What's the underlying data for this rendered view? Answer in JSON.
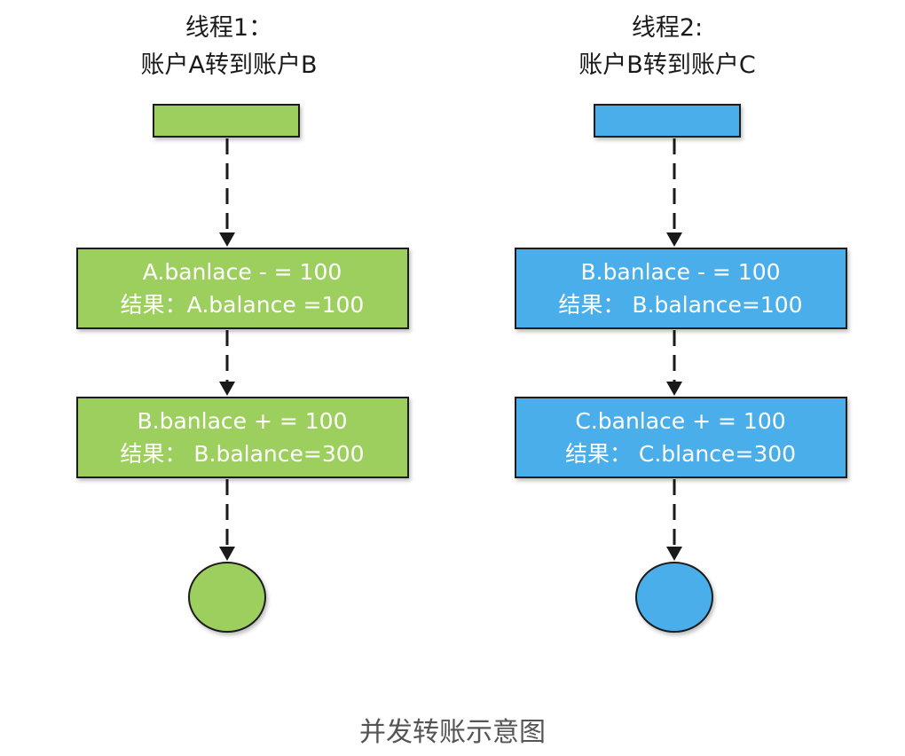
{
  "colors": {
    "thread1_fill": "#9dcf5e",
    "thread2_fill": "#4aaeea",
    "stroke": "#1a1a1a",
    "caption": "#555555"
  },
  "thread1": {
    "title_line1": "线程1：",
    "title_line2": "账户A转到账户B",
    "step1_line1": "A.banlace - = 100",
    "step1_line2": "结果：A.balance =100",
    "step2_line1": "B.banlace + = 100",
    "step2_line2": "结果： B.balance=300"
  },
  "thread2": {
    "title_line1": "线程2:",
    "title_line2": "账户B转到账户C",
    "step1_line1": "B.banlace - = 100",
    "step1_line2": "结果： B.balance=100",
    "step2_line1": "C.banlace + = 100",
    "step2_line2": "结果： C.blance=300"
  },
  "caption": "并发转账示意图"
}
